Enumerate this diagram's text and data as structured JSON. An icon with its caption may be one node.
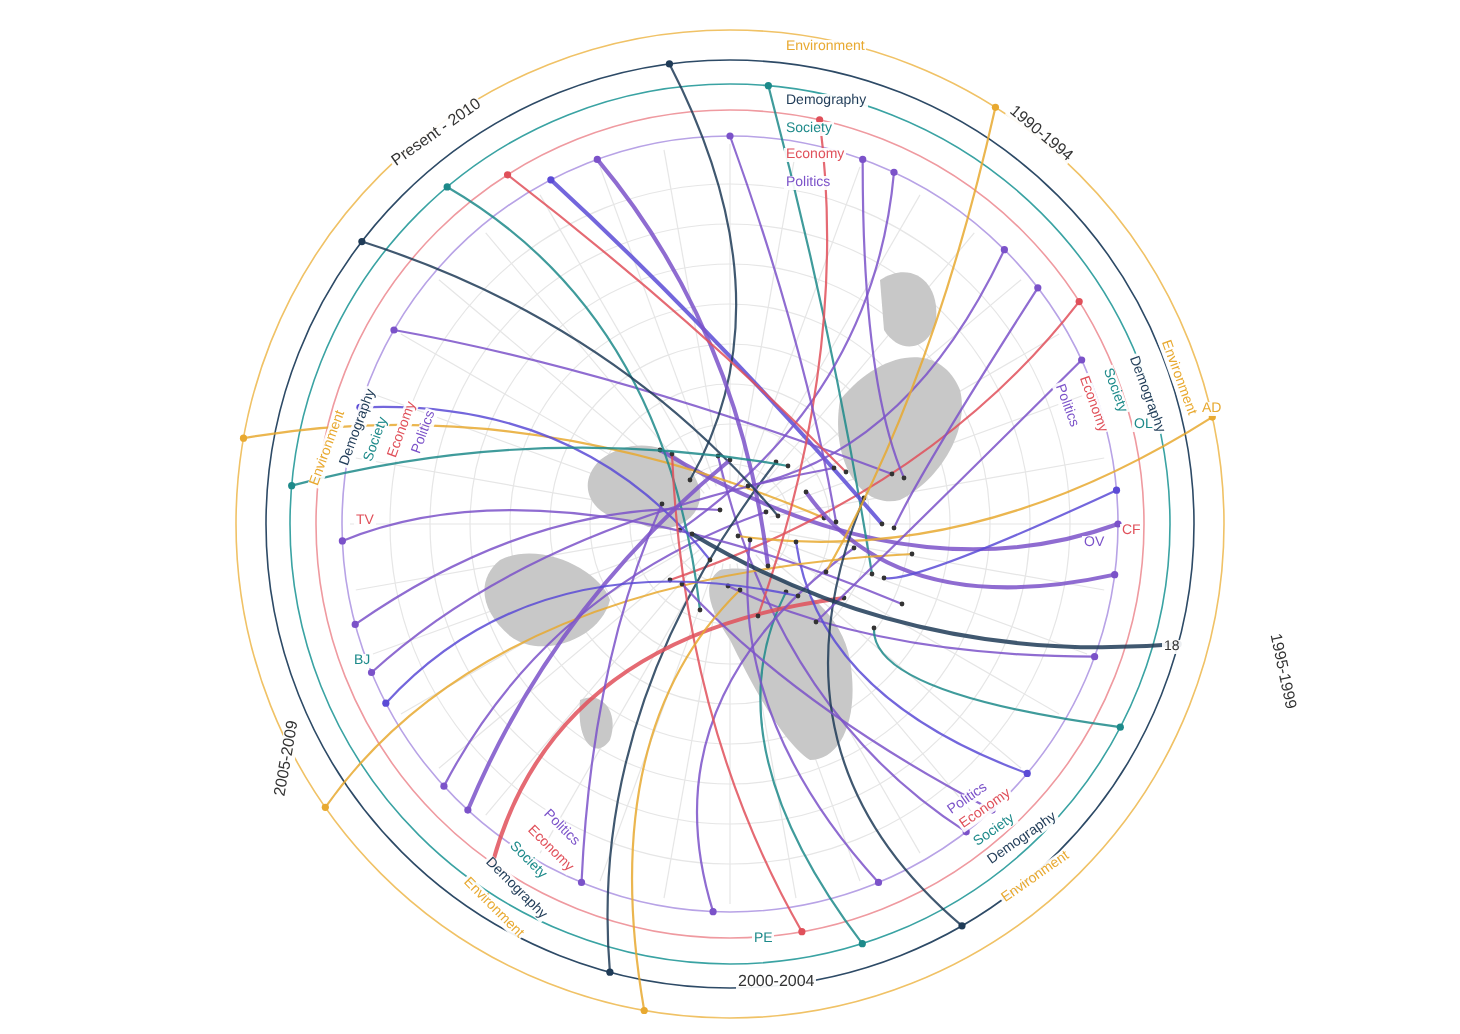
{
  "diagram": {
    "labels": [
      "Present - 2010",
      "1990-1994",
      "1995-1999",
      "2000-2004",
      "2005-2009",
      "Environment",
      "Demography",
      "Society",
      "Economy",
      "Politics",
      "Politics",
      "Economy",
      "Society",
      "Demography",
      "Environment",
      "Environment",
      "Demography",
      "Society",
      "Economy",
      "Politics",
      "Politics",
      "Economy",
      "Society",
      "Demography",
      "Environment",
      "Politics",
      "Economy",
      "Society",
      "Demography",
      "Environment",
      "OV",
      "CF",
      "OL",
      "AD",
      "18",
      "BJ",
      "TV",
      "PE"
    ]
  }
}
